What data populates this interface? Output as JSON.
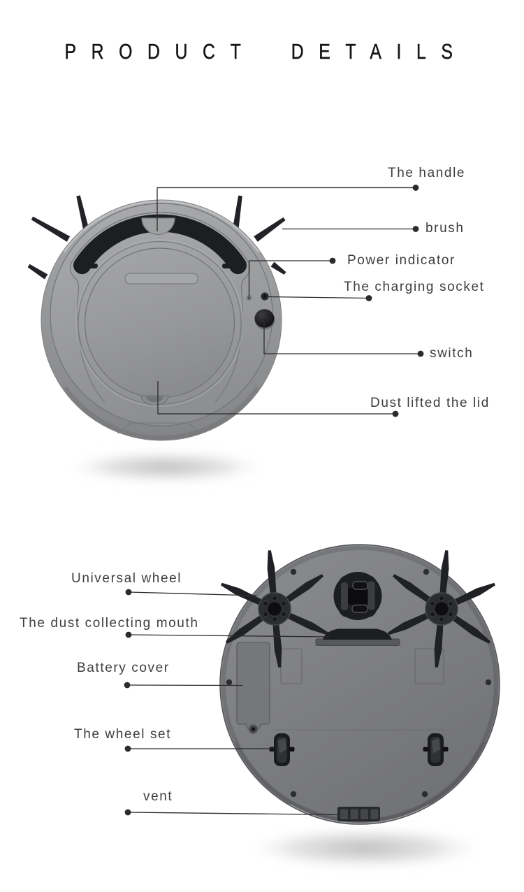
{
  "title": "PRODUCT DETAILS",
  "colors": {
    "background": "#ffffff",
    "title_text": "#141414",
    "label_text": "#3e3e3e",
    "callout_line": "#2b2b2b",
    "robot_body_gray": "#97989a",
    "robot_bottom_gray": "#797a7d",
    "part_black": "#1f2023"
  },
  "top_view": {
    "name": "robot-vacuum-top-view",
    "labels": [
      {
        "id": "handle",
        "text": "The handle"
      },
      {
        "id": "brush",
        "text": "brush"
      },
      {
        "id": "power-indicator",
        "text": "Power indicator"
      },
      {
        "id": "charging-socket",
        "text": "The charging socket"
      },
      {
        "id": "switch",
        "text": "switch"
      },
      {
        "id": "dust-lid",
        "text": "Dust lifted the lid"
      }
    ]
  },
  "bottom_view": {
    "name": "robot-vacuum-bottom-view",
    "labels": [
      {
        "id": "universal-wheel",
        "text": "Universal wheel"
      },
      {
        "id": "dust-collecting-mouth",
        "text": "The dust collecting mouth"
      },
      {
        "id": "battery-cover",
        "text": "Battery cover"
      },
      {
        "id": "wheel-set",
        "text": "The wheel set"
      },
      {
        "id": "vent",
        "text": "vent"
      }
    ]
  }
}
